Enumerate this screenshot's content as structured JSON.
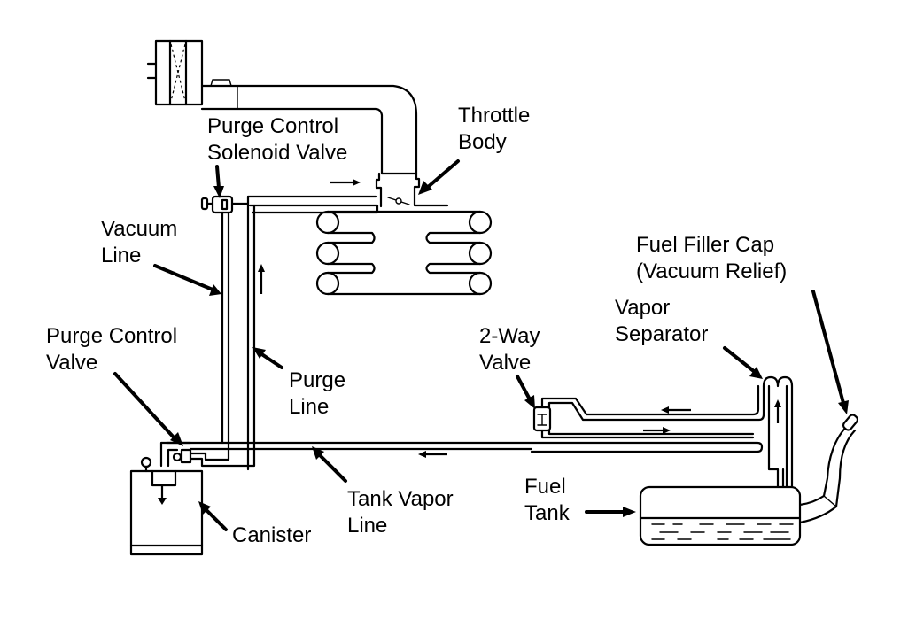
{
  "diagram": {
    "type": "evaporative-emission-control-system",
    "colors": {
      "line": "#000000",
      "background": "#ffffff"
    },
    "labels": {
      "throttle_body": [
        "Throttle",
        "Body"
      ],
      "purge_control_solenoid_valve": [
        "Purge Control",
        "Solenoid Valve"
      ],
      "vacuum_line": [
        "Vacuum",
        "Line"
      ],
      "purge_control_valve": [
        "Purge Control",
        "Valve"
      ],
      "purge_line": [
        "Purge",
        "Line"
      ],
      "canister": [
        "Canister"
      ],
      "tank_vapor_line": [
        "Tank Vapor",
        "Line"
      ],
      "fuel_filler_cap": [
        "Fuel Filler Cap",
        "(Vacuum Relief)"
      ],
      "vapor_separator": [
        "Vapor",
        "Separator"
      ],
      "two_way_valve": [
        "2-Way",
        "Valve"
      ],
      "fuel_tank": [
        "Fuel",
        "Tank"
      ]
    },
    "components": [
      "air-cleaner",
      "intake-duct",
      "throttle-body",
      "intake-manifold",
      "purge-control-solenoid-valve",
      "vacuum-line",
      "purge-line",
      "purge-control-valve",
      "canister",
      "tank-vapor-line",
      "two-way-valve",
      "vapor-separator",
      "fuel-filler-neck",
      "fuel-filler-cap",
      "fuel-tank"
    ],
    "flow_arrows": [
      {
        "location": "intake-duct",
        "direction": "right"
      },
      {
        "location": "purge-line",
        "direction": "up"
      },
      {
        "location": "tank-vapor-line",
        "direction": "left"
      },
      {
        "location": "two-way-valve-upper-line",
        "direction": "left"
      },
      {
        "location": "two-way-valve-lower-line",
        "direction": "right"
      },
      {
        "location": "vapor-separator",
        "direction": "up"
      },
      {
        "location": "canister",
        "direction": "down"
      }
    ]
  }
}
